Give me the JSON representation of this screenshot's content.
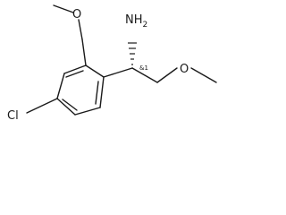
{
  "molecule": {
    "atoms": {
      "amine": "NH",
      "amine_sub": "2",
      "ether_top": "O",
      "ether_right": "O",
      "chlorine": "Cl",
      "stereo_label": "&1"
    },
    "colors": {
      "ink": "#1a1a1a",
      "background": "#ffffff"
    }
  }
}
